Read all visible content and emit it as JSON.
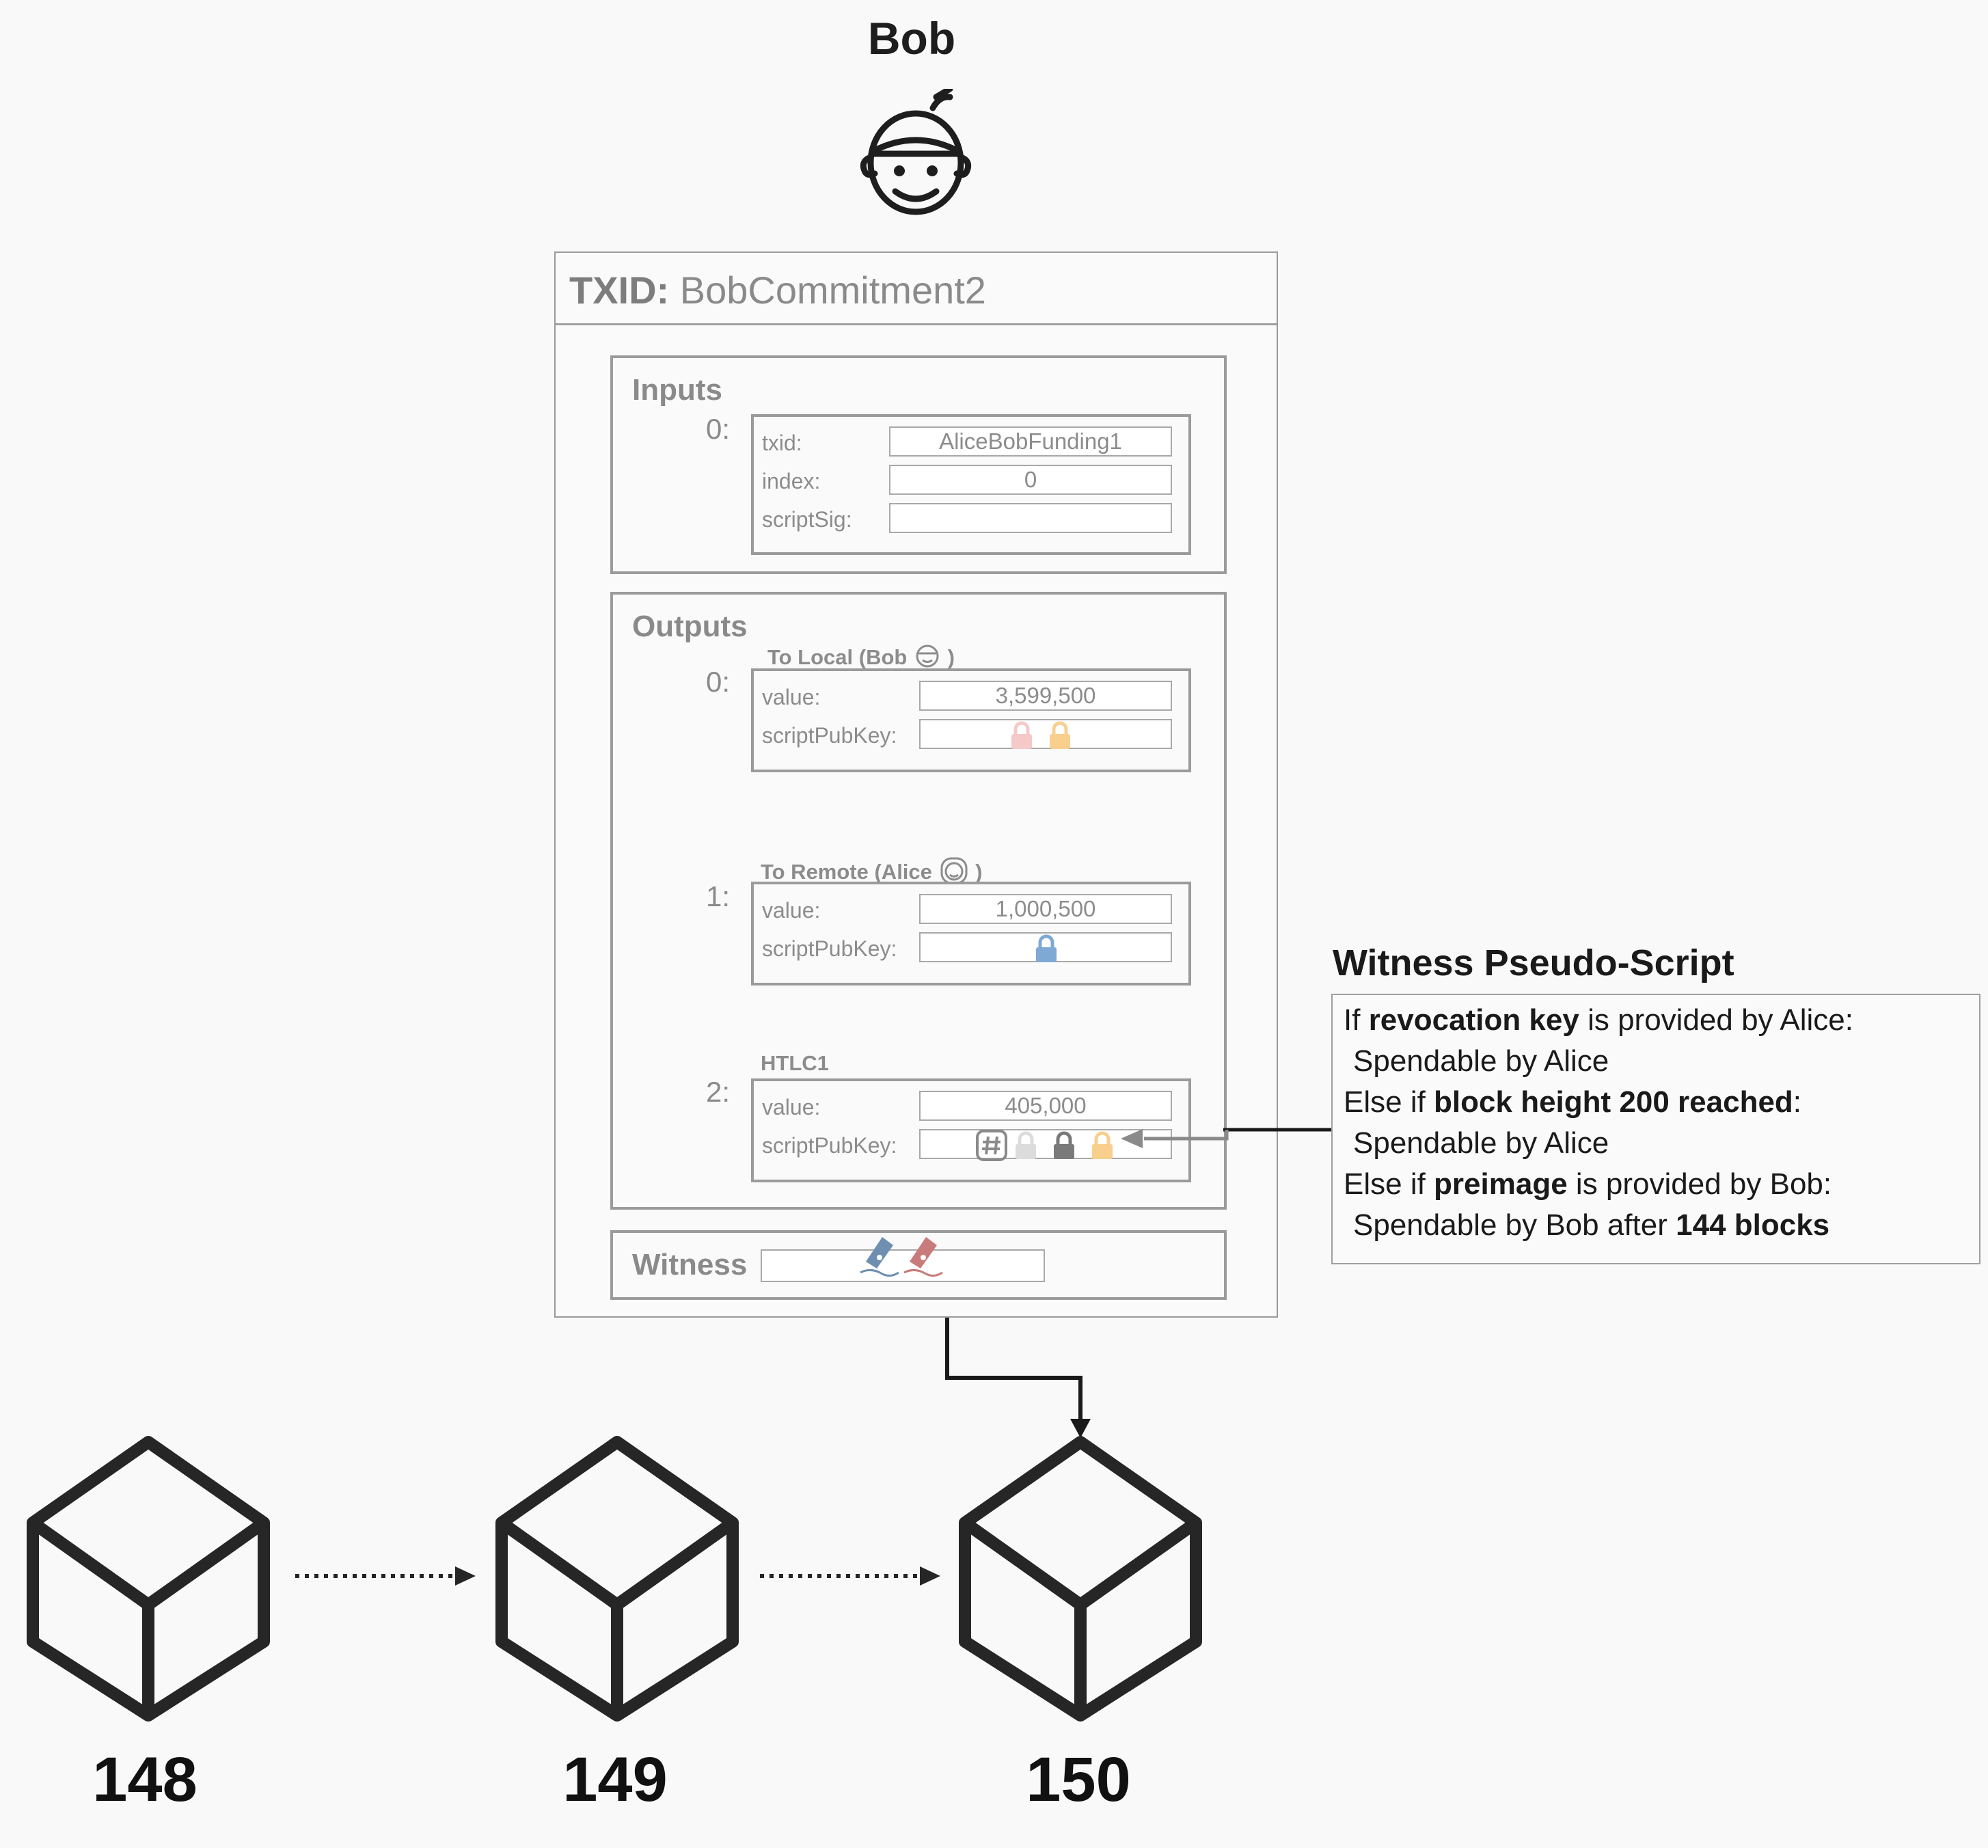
{
  "header": {
    "name": "Bob"
  },
  "transaction": {
    "txid_label": "TXID:",
    "txid_value": "BobCommitment2",
    "inputs": {
      "label": "Inputs",
      "index": "0:",
      "txid_label": "txid:",
      "txid_value": "AliceBobFunding1",
      "index_label": "index:",
      "index_value": "0",
      "scriptsig_label": "scriptSig:",
      "scriptsig_value": ""
    },
    "outputs": {
      "label": "Outputs",
      "items": [
        {
          "index": "0:",
          "title": "To Local (Bob",
          "title_close": ")",
          "value_label": "value:",
          "value": "3,599,500",
          "spk_label": "scriptPubKey:"
        },
        {
          "index": "1:",
          "title": "To Remote (Alice",
          "title_close": ")",
          "value_label": "value:",
          "value": "1,000,500",
          "spk_label": "scriptPubKey:"
        },
        {
          "index": "2:",
          "title": "HTLC1",
          "value_label": "value:",
          "value": "405,000",
          "spk_label": "scriptPubKey:"
        }
      ]
    },
    "witness": {
      "label": "Witness"
    }
  },
  "witness_script": {
    "title": "Witness Pseudo-Script",
    "lines": {
      "l1_a": "If ",
      "l1_b": "revocation key",
      "l1_c": " is provided by Alice:",
      "l2": "Spendable by Alice",
      "l3_a": "Else if ",
      "l3_b": "block height 200 reached",
      "l3_c": ":",
      "l4": "Spendable by Alice",
      "l5_a": "Else if ",
      "l5_b": "preimage",
      "l5_c": " is provided by Bob:",
      "l6_a": "Spendable by Bob after ",
      "l6_b": "144 blocks"
    }
  },
  "blocks": [
    "148",
    "149",
    "150"
  ],
  "colors": {
    "lock_pink": "#f6c9c9",
    "lock_orange": "#f9cf8e",
    "lock_blue": "#7ea9d4",
    "lock_light_gray": "#dcdcdc",
    "lock_dark_gray": "#7a7a7a",
    "pen_blue": "#6f8fb0",
    "pen_red": "#c97a7a"
  }
}
